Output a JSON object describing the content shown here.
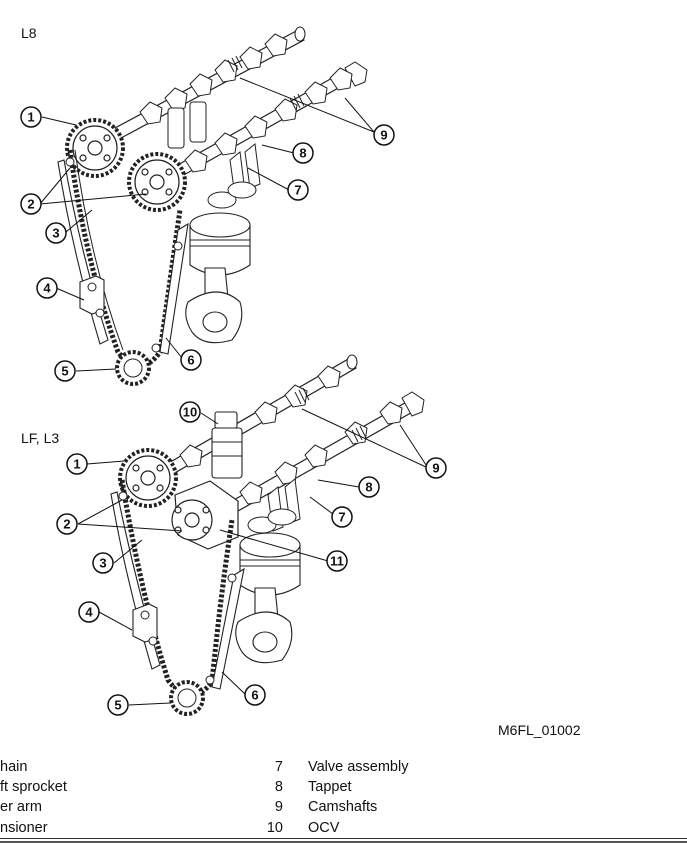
{
  "figure": {
    "id": "M6FL_01002",
    "variants": [
      {
        "label": "L8",
        "callouts": [
          {
            "n": "1"
          },
          {
            "n": "2"
          },
          {
            "n": "3"
          },
          {
            "n": "4"
          },
          {
            "n": "5"
          },
          {
            "n": "6"
          },
          {
            "n": "7"
          },
          {
            "n": "8"
          },
          {
            "n": "9"
          }
        ]
      },
      {
        "label": "LF, L3",
        "callouts": [
          {
            "n": "1"
          },
          {
            "n": "2"
          },
          {
            "n": "3"
          },
          {
            "n": "4"
          },
          {
            "n": "5"
          },
          {
            "n": "6"
          },
          {
            "n": "7"
          },
          {
            "n": "8"
          },
          {
            "n": "9"
          },
          {
            "n": "10"
          },
          {
            "n": "11"
          }
        ]
      }
    ]
  },
  "legend": {
    "left": [
      {
        "text": "hain"
      },
      {
        "text": "ft sprocket"
      },
      {
        "text": "er arm"
      },
      {
        "text": "nsioner"
      }
    ],
    "right": [
      {
        "num": "7",
        "text": "Valve assembly"
      },
      {
        "num": "8",
        "text": "Tappet"
      },
      {
        "num": "9",
        "text": "Camshafts"
      },
      {
        "num": "10",
        "text": "OCV"
      }
    ]
  }
}
